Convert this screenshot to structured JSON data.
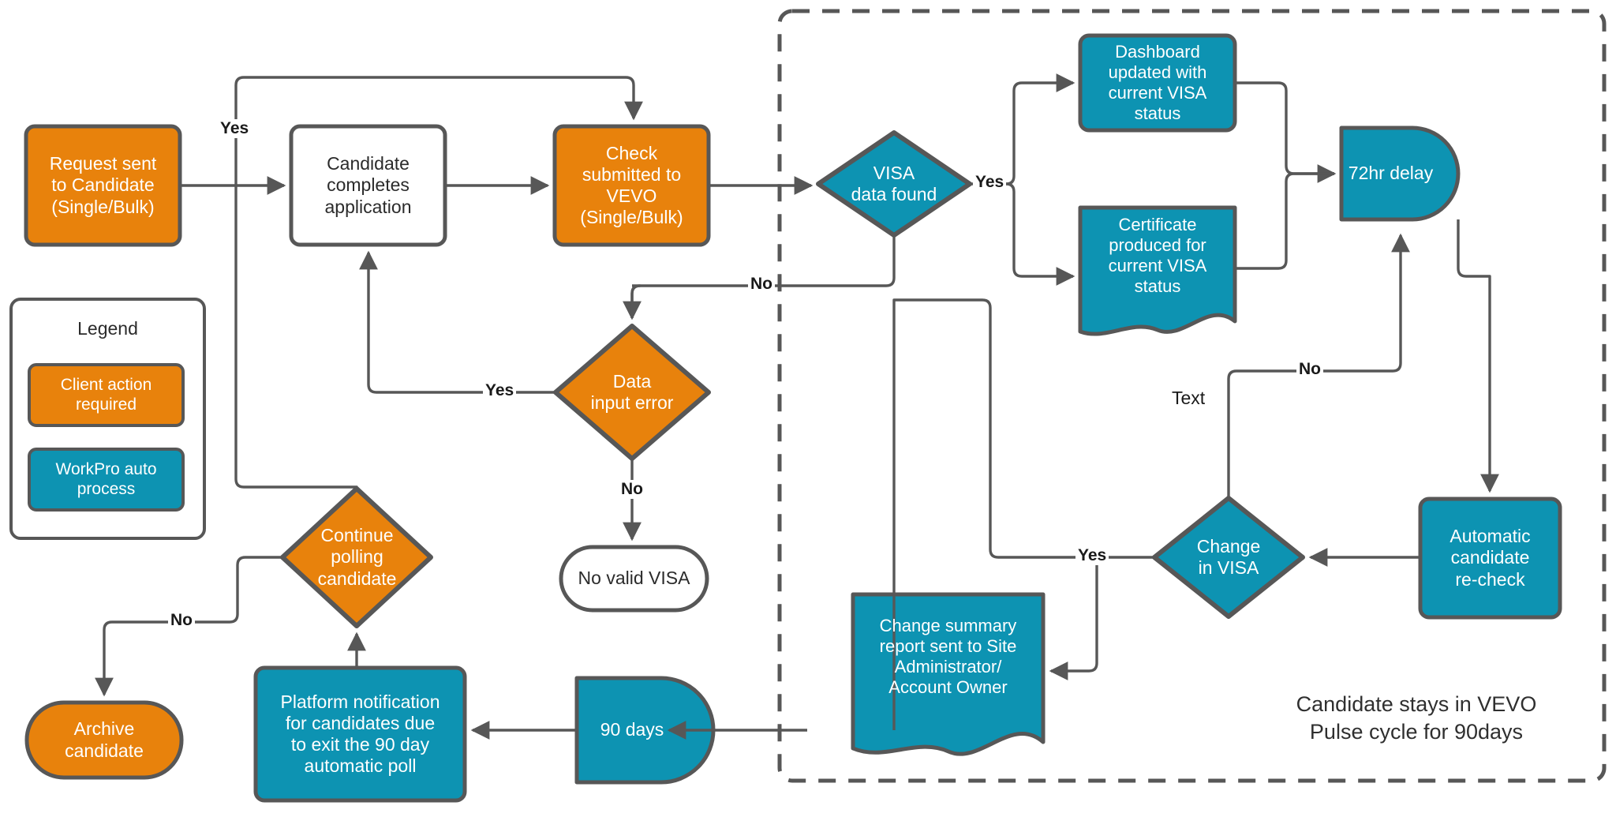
{
  "diagram": {
    "title_partial": "",
    "colors": {
      "client_action": "#e8820c",
      "workpro_auto": "#0d93b2",
      "stroke": "#575757",
      "white_fill": "#ffffff",
      "text_dark": "#2f2f2f",
      "text_light": "#ffffff"
    },
    "container": {
      "label": "vevo-pulse-dashed-container",
      "note_lines": [
        "Candidate stays in VEVO",
        "Pulse cycle for 90days"
      ]
    },
    "legend": {
      "title": "Legend",
      "items": [
        {
          "label": "Client action required",
          "color": "#e8820c"
        },
        {
          "label": "WorkPro auto process",
          "color": "#0d93b2"
        }
      ]
    },
    "nodes": [
      {
        "id": "request-sent",
        "shape": "rounded-rect",
        "fill": "client",
        "lines": [
          "Request sent",
          "to Candidate",
          "(Single/Bulk)"
        ]
      },
      {
        "id": "candidate-completes",
        "shape": "rounded-rect",
        "fill": "white",
        "lines": [
          "Candidate",
          "completes",
          "application"
        ]
      },
      {
        "id": "check-submitted",
        "shape": "rounded-rect",
        "fill": "client",
        "lines": [
          "Check",
          "submitted to",
          "VEVO",
          "(Single/Bulk)"
        ]
      },
      {
        "id": "data-input-error",
        "shape": "diamond",
        "fill": "client",
        "lines": [
          "Data",
          "input error"
        ]
      },
      {
        "id": "no-valid-visa",
        "shape": "stadium",
        "fill": "white",
        "lines": [
          "No valid VISA"
        ]
      },
      {
        "id": "continue-polling",
        "shape": "diamond",
        "fill": "client",
        "lines": [
          "Continue",
          "polling",
          "candidate"
        ]
      },
      {
        "id": "archive-candidate",
        "shape": "stadium",
        "fill": "client",
        "lines": [
          "Archive",
          "candidate"
        ]
      },
      {
        "id": "platform-notification",
        "shape": "rounded-rect",
        "fill": "auto",
        "lines": [
          "Platform notification",
          "for candidates due",
          "to exit the 90 day",
          "automatic poll"
        ]
      },
      {
        "id": "ninety-days",
        "shape": "delay",
        "fill": "auto",
        "lines": [
          "90 days"
        ]
      },
      {
        "id": "visa-data-found",
        "shape": "diamond",
        "fill": "auto",
        "lines": [
          "VISA",
          "data found"
        ]
      },
      {
        "id": "dashboard-updated",
        "shape": "rounded-rect",
        "fill": "auto",
        "lines": [
          "Dashboard",
          "updated with",
          "current VISA",
          "status"
        ]
      },
      {
        "id": "certificate-produced",
        "shape": "document",
        "fill": "auto",
        "lines": [
          "Certificate",
          "produced for",
          "current VISA",
          "status"
        ]
      },
      {
        "id": "seventytwo-hr-delay",
        "shape": "delay",
        "fill": "auto",
        "lines": [
          "72hr delay"
        ]
      },
      {
        "id": "automatic-recheck",
        "shape": "rounded-rect",
        "fill": "auto",
        "lines": [
          "Automatic",
          "candidate",
          "re-check"
        ]
      },
      {
        "id": "change-in-visa",
        "shape": "diamond",
        "fill": "auto",
        "lines": [
          "Change",
          "in VISA"
        ]
      },
      {
        "id": "change-summary",
        "shape": "document",
        "fill": "auto",
        "lines": [
          "Change summary",
          "report sent to Site",
          "Administrator/",
          "Account Owner"
        ]
      }
    ],
    "edge_labels": [
      {
        "id": "edge-label-yes-polling-to-check",
        "text": "Yes",
        "bold": true
      },
      {
        "id": "edge-label-no-check-to-error",
        "text": "No",
        "bold": true
      },
      {
        "id": "edge-label-yes-error-to-candidate",
        "text": "Yes",
        "bold": true
      },
      {
        "id": "edge-label-no-error-to-novisa",
        "text": "No",
        "bold": true
      },
      {
        "id": "edge-label-no-polling-to-archive",
        "text": "No",
        "bold": true
      },
      {
        "id": "edge-label-yes-visa-found",
        "text": "Yes",
        "bold": true
      },
      {
        "id": "edge-label-no-change-to-delay",
        "text": "No",
        "bold": true
      },
      {
        "id": "edge-label-text-change-branch",
        "text": "Text",
        "bold": false
      },
      {
        "id": "edge-label-yes-change-in-visa",
        "text": "Yes",
        "bold": true
      }
    ]
  }
}
